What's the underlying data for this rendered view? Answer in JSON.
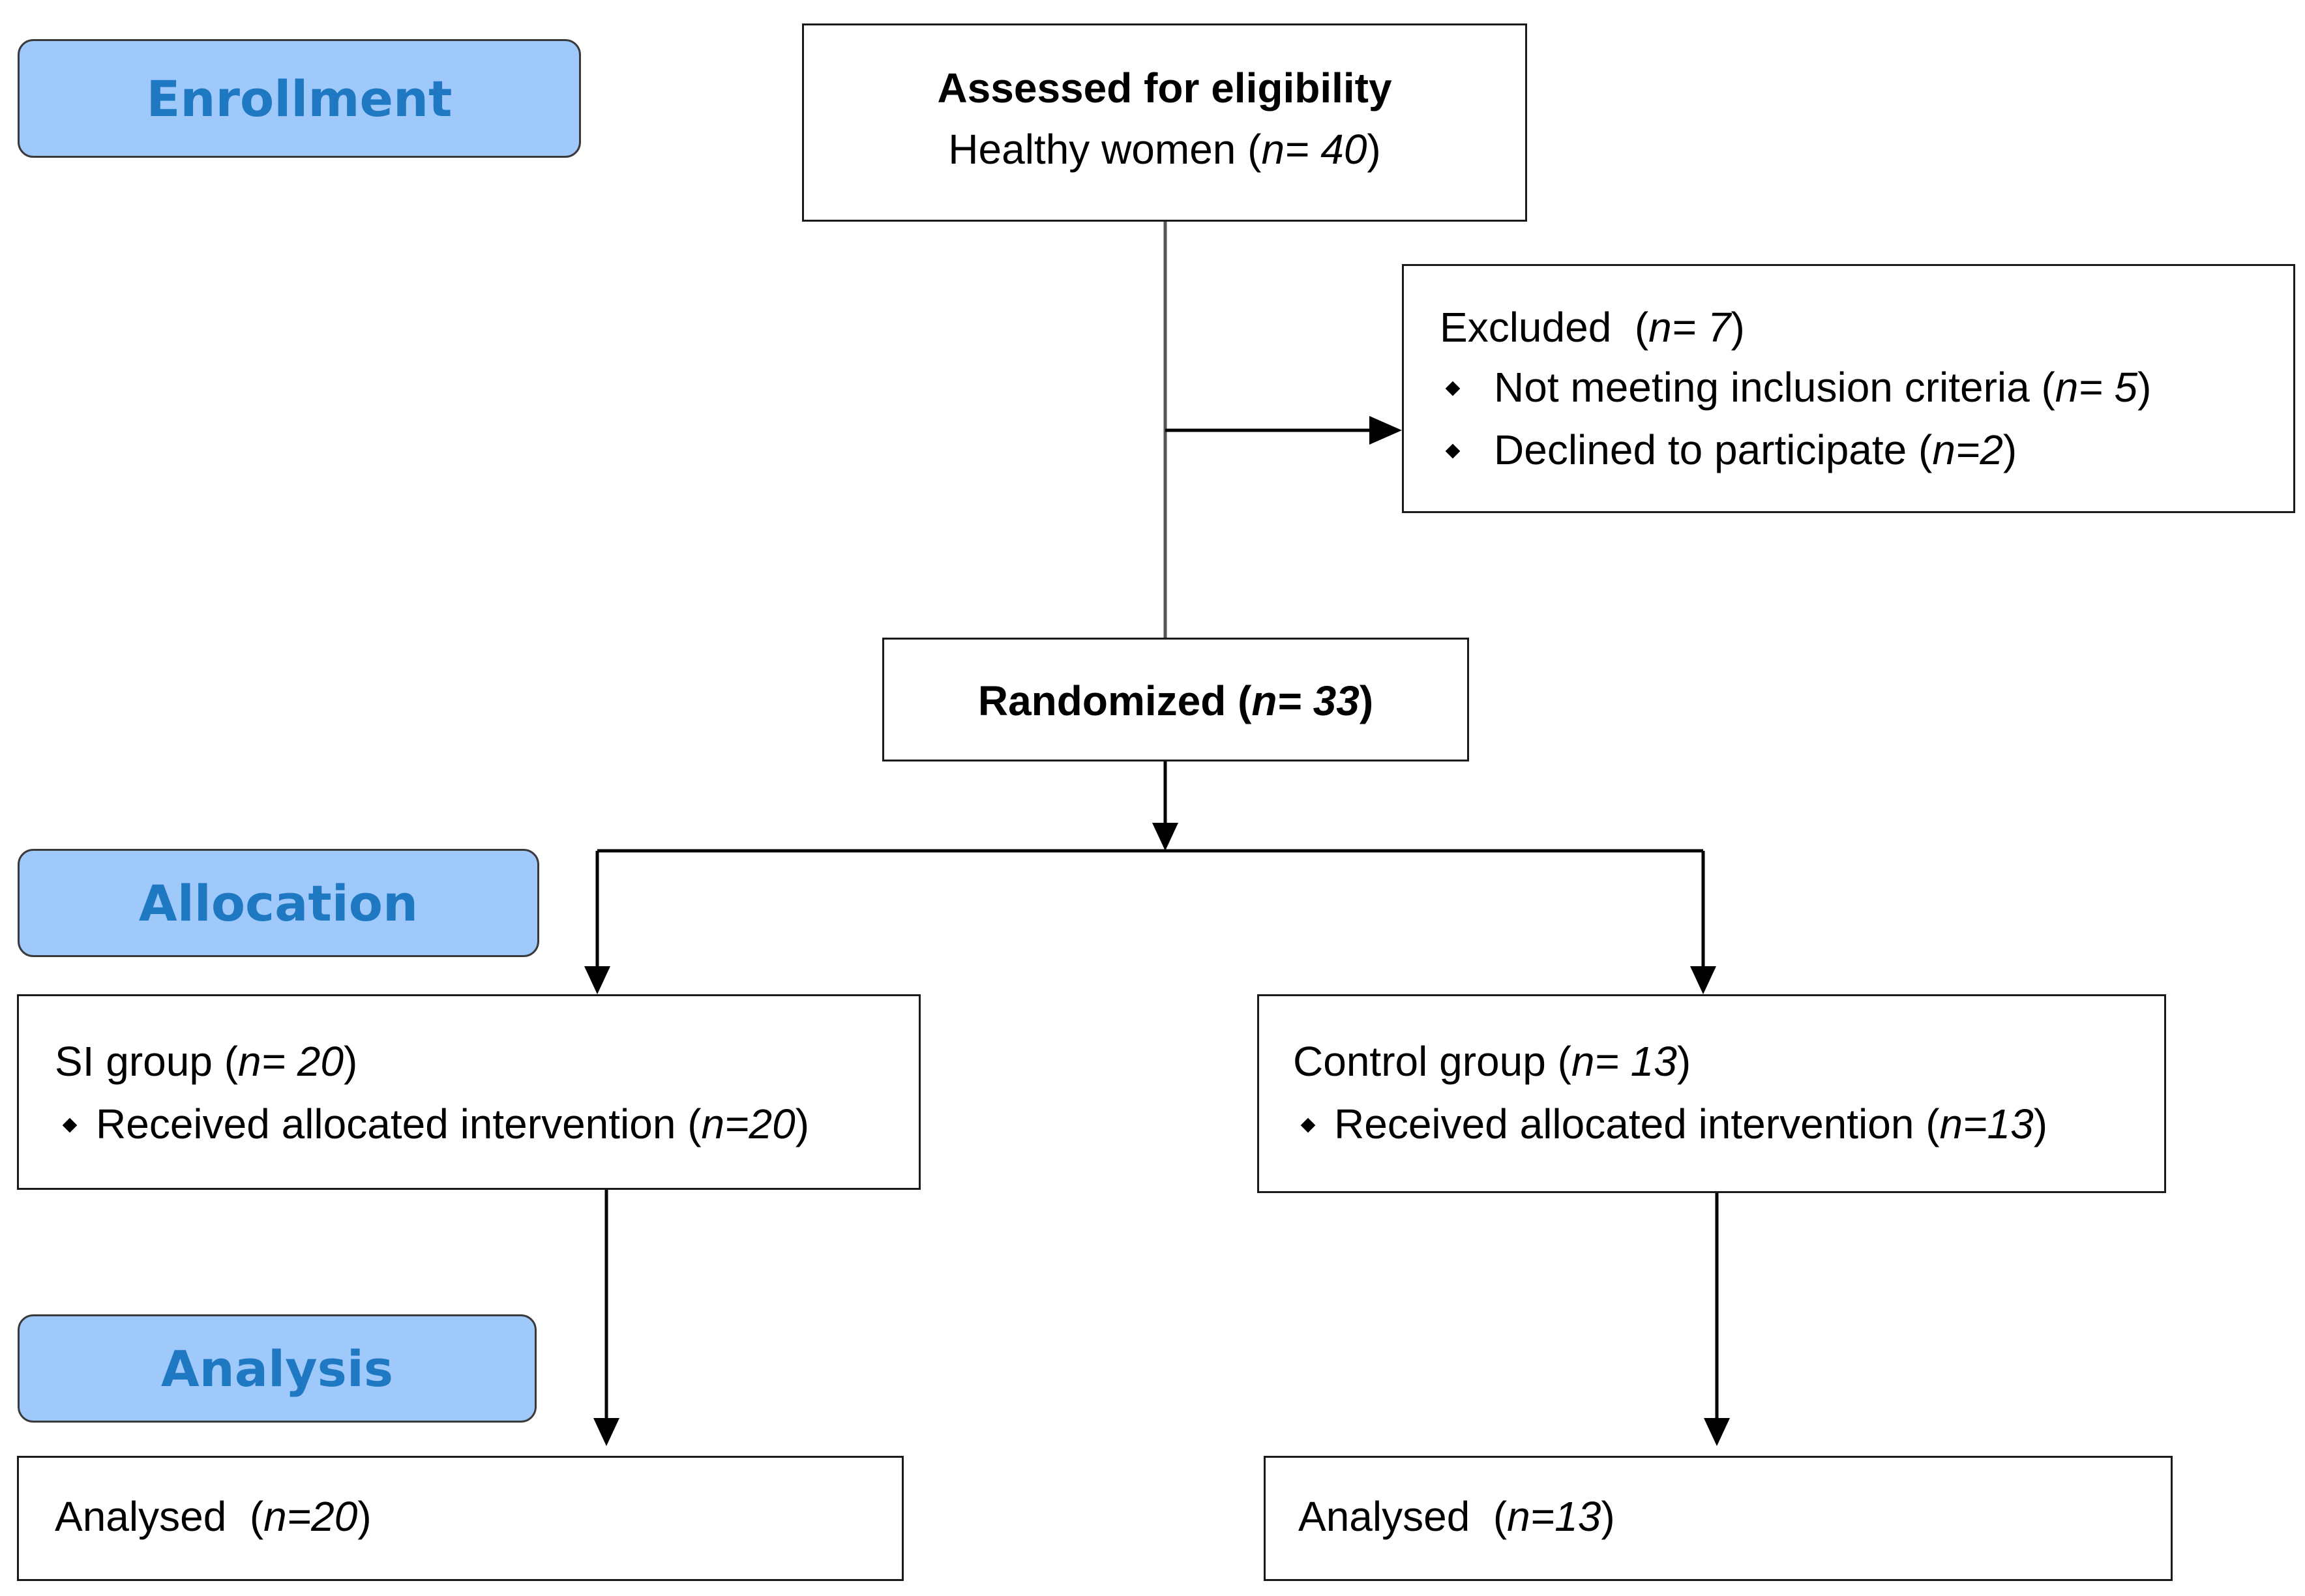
{
  "phases": {
    "enrollment": "Enrollment",
    "allocation": "Allocation",
    "analysis": "Analysis"
  },
  "assessed": {
    "title": "Assessed for eligibility",
    "label": "Healthy women",
    "n_prefix": "n",
    "n_value": "= 40"
  },
  "excluded": {
    "label": "Excluded",
    "n": "n= 7",
    "items": [
      {
        "label": "Not meeting inclusion criteria",
        "n": "n= 5"
      },
      {
        "label": "Declined to participate",
        "n": "n=2"
      }
    ]
  },
  "randomized": {
    "label": "Randomized",
    "n": "n= 33"
  },
  "si_group": {
    "label": "SI group",
    "n": "n= 20",
    "item_label": "Received allocated intervention",
    "item_n": "n=20"
  },
  "control_group": {
    "label": "Control group",
    "n": "n= 13",
    "item_label": "Received allocated intervention",
    "item_n": "n=13"
  },
  "analysed_si": {
    "label": "Analysed",
    "n": "n=20"
  },
  "analysed_control": {
    "label": "Analysed",
    "n": "n=13"
  }
}
